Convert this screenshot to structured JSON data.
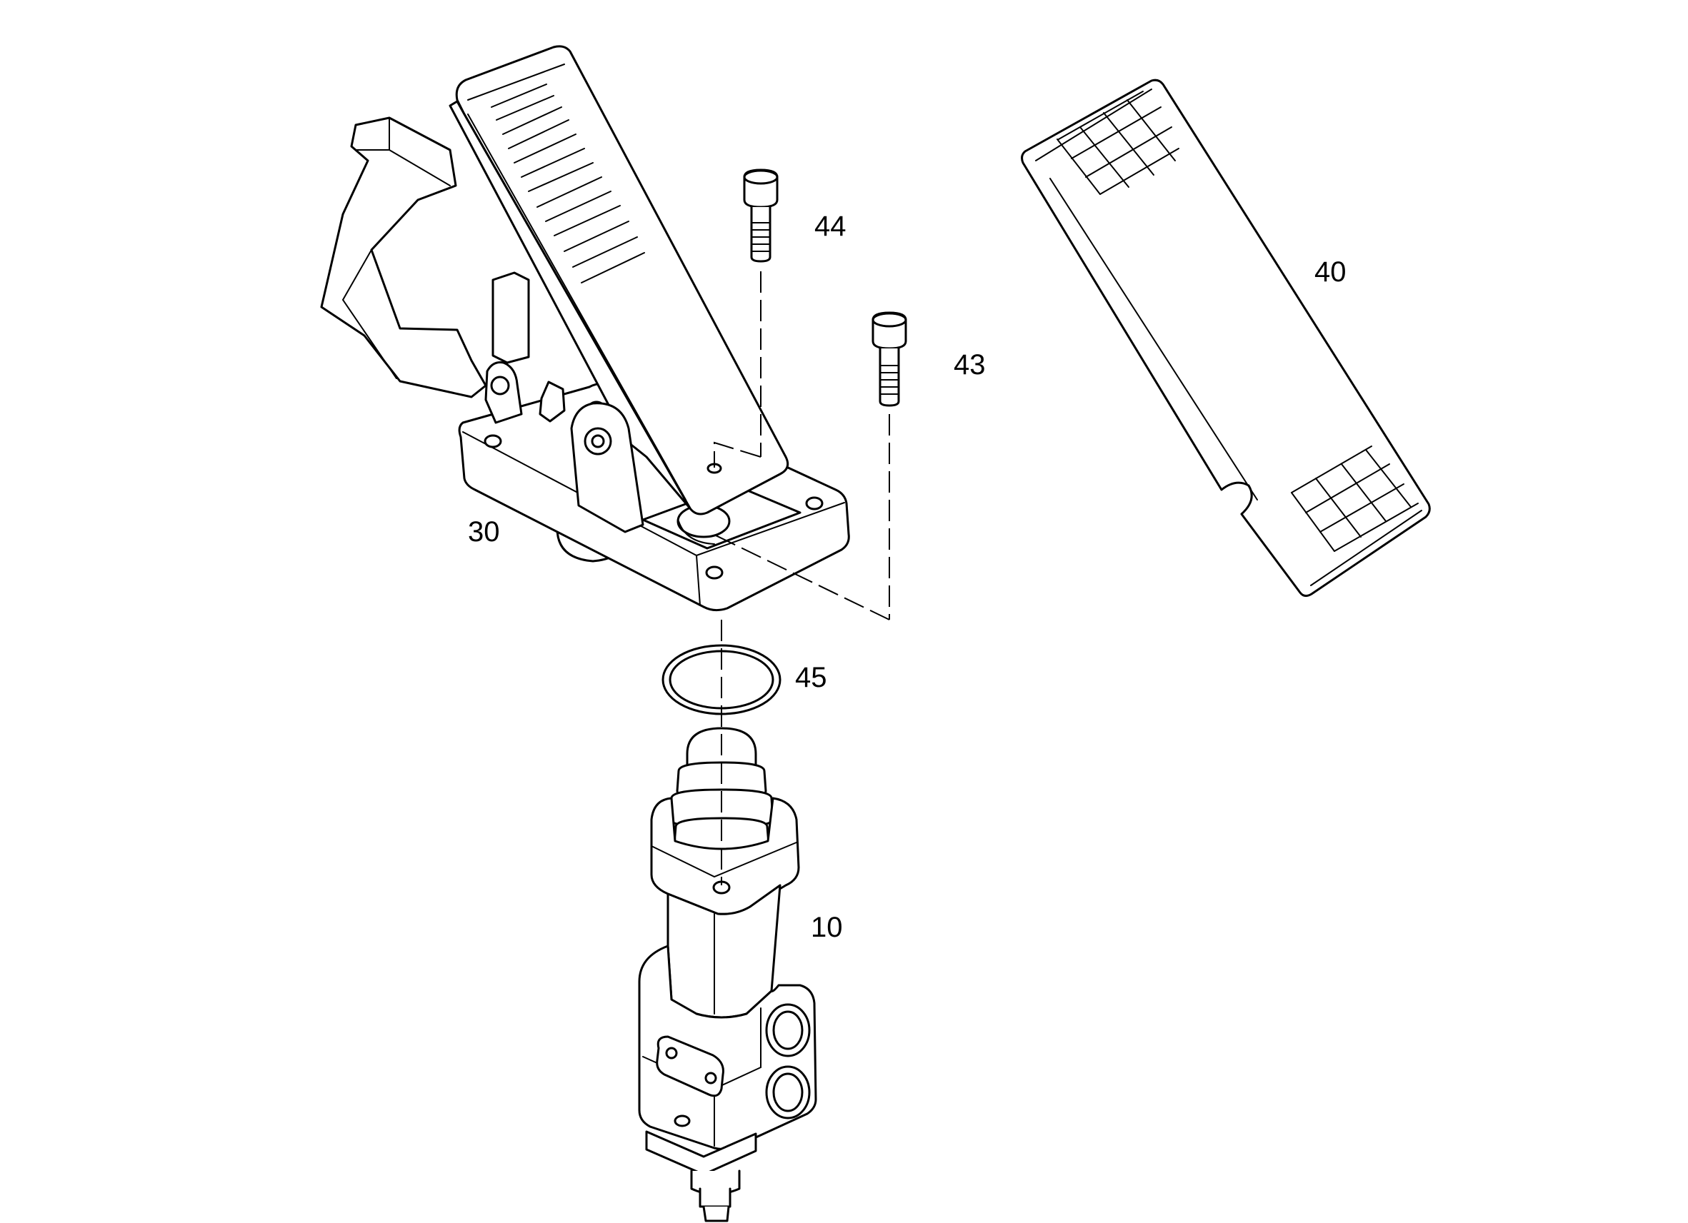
{
  "labels": {
    "part_10": "10",
    "part_30": "30",
    "part_40": "40",
    "part_43": "43",
    "part_44": "44",
    "part_45": "45"
  },
  "colors": {
    "line": "#000000",
    "background": "#ffffff"
  }
}
